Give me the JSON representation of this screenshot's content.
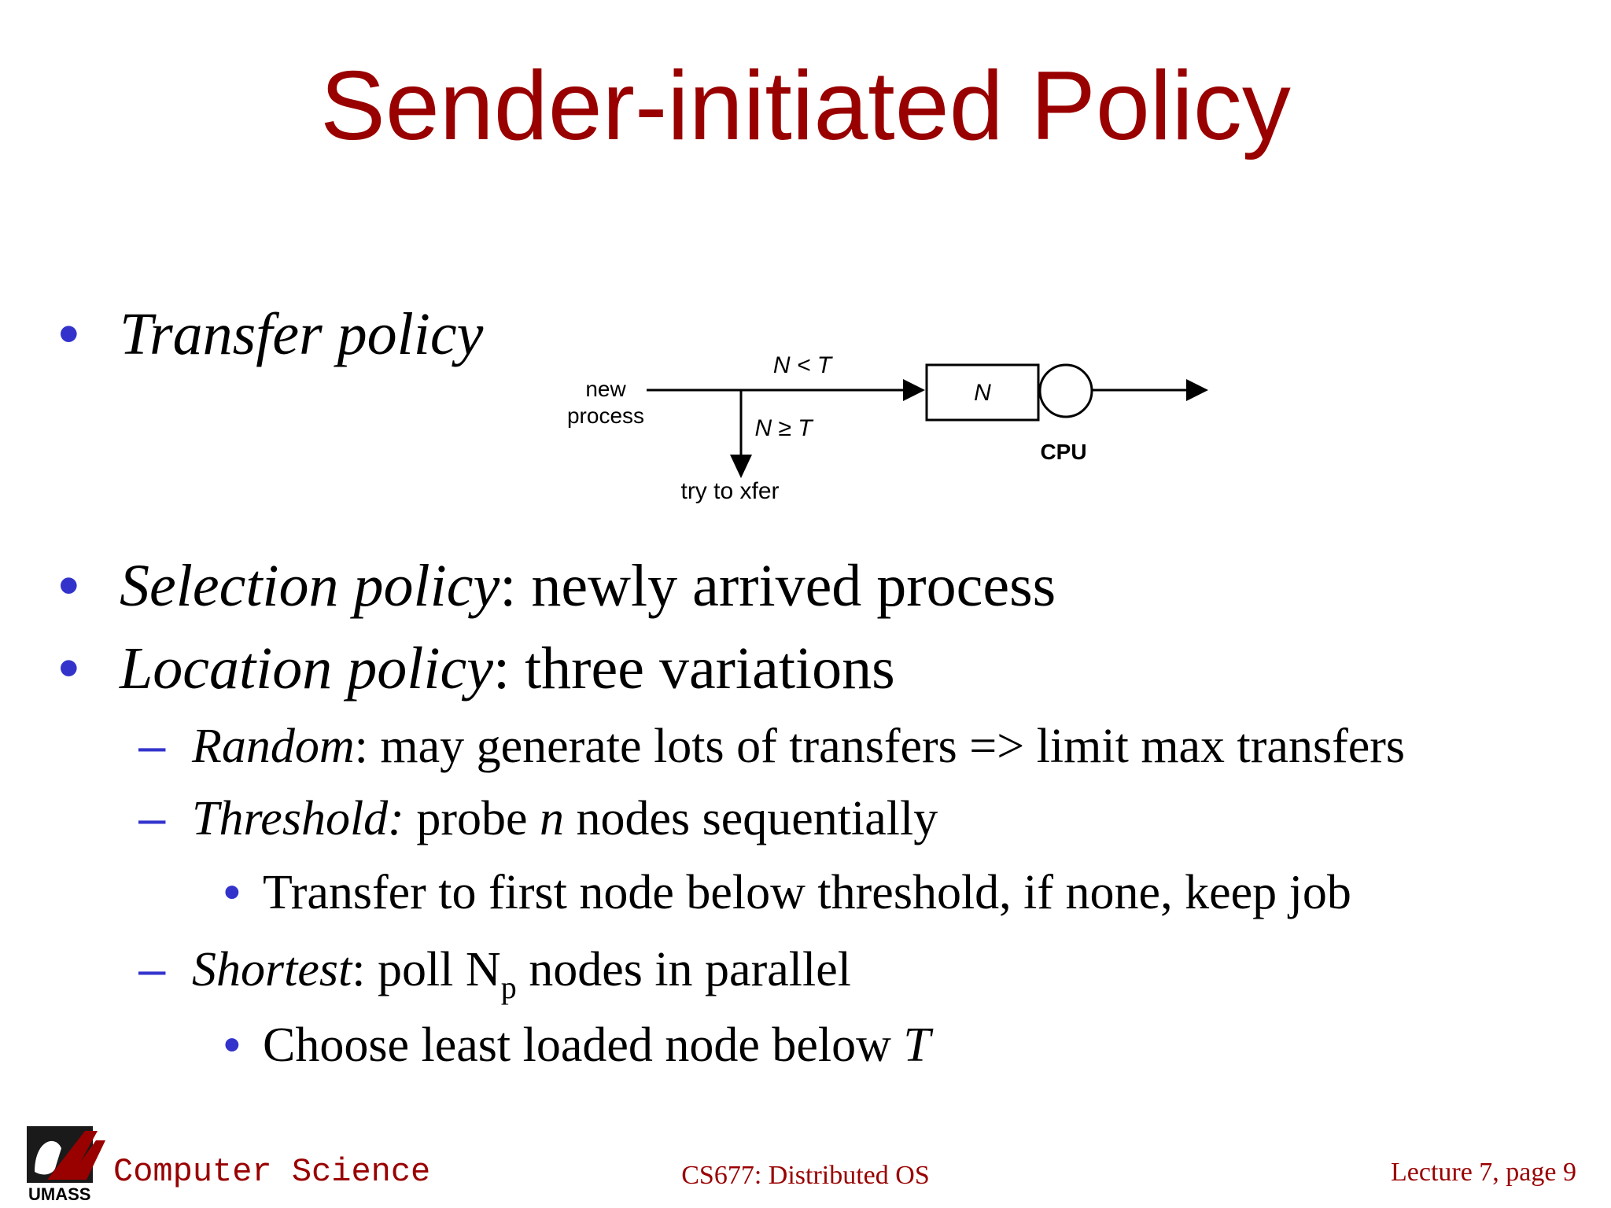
{
  "slide": {
    "title": "Sender-initiated Policy"
  },
  "bullets": {
    "transfer": {
      "label": "Transfer policy"
    },
    "selection": {
      "label": "Selection policy",
      "sep": ":",
      "text": " newly arrived process"
    },
    "location": {
      "label": "Location policy",
      "sep": ":",
      "text": " three variations"
    }
  },
  "location_items": {
    "random": {
      "label": "Random",
      "text": ": may generate lots of transfers => limit max transfers"
    },
    "threshold": {
      "label": "Threshold:",
      "text_before": " probe ",
      "var": "n",
      "text_after": " nodes sequentially",
      "sub_bullet": "Transfer to first node below threshold, if none, keep job"
    },
    "shortest": {
      "label": "Shortest",
      "text_before": ": poll N",
      "subscript": "p",
      "text_after": " nodes in parallel",
      "sub_bullet_text": "Choose least loaded node below ",
      "sub_bullet_var": "T"
    }
  },
  "diagram": {
    "input_line1": "new",
    "input_line2": "process",
    "cond_less": "N < T",
    "cond_geq": "N ≥ T",
    "queue_label": "N",
    "server_label": "CPU",
    "xfer_label": "try to xfer"
  },
  "footer": {
    "logo_text": "UMASS",
    "department": "Computer Science",
    "course": "CS677: Distributed OS",
    "page": "Lecture 7, page 9"
  },
  "colors": {
    "title": "#990000",
    "bullet": "#3333cc",
    "text": "#000000"
  }
}
